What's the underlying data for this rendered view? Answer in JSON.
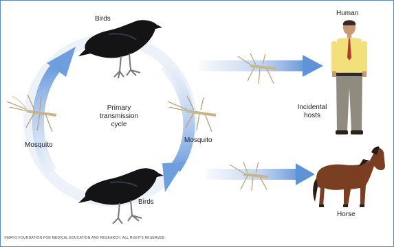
{
  "diagram": {
    "labels": {
      "birds_top": "Birds",
      "birds_bottom": "Birds",
      "mosquito_left": "Mosquito",
      "mosquito_right": "Mosquito",
      "primary_cycle": "Primary\ntransmission\ncycle",
      "human": "Human",
      "incidental_hosts": "Incidental\nhosts",
      "horse": "Horse"
    },
    "copyright": "©MAYO FOUNDATION FOR MEDICAL EDUCATION AND RESEARCH. ALL RIGHTS RESERVED."
  },
  "colors": {
    "arrow": "#7aa6df",
    "arrow_light": "#d6e6f7",
    "bird": "#141416",
    "mosquito": "#c8b58a",
    "horse": "#7a3f22",
    "shirt": "#f2e07a",
    "pants": "#8f8b7e",
    "border": "#5b86b3"
  },
  "icons": [
    "bird-icon",
    "mosquito-icon",
    "human-figure",
    "horse-figure",
    "cycle-arrow",
    "transmission-arrow"
  ]
}
